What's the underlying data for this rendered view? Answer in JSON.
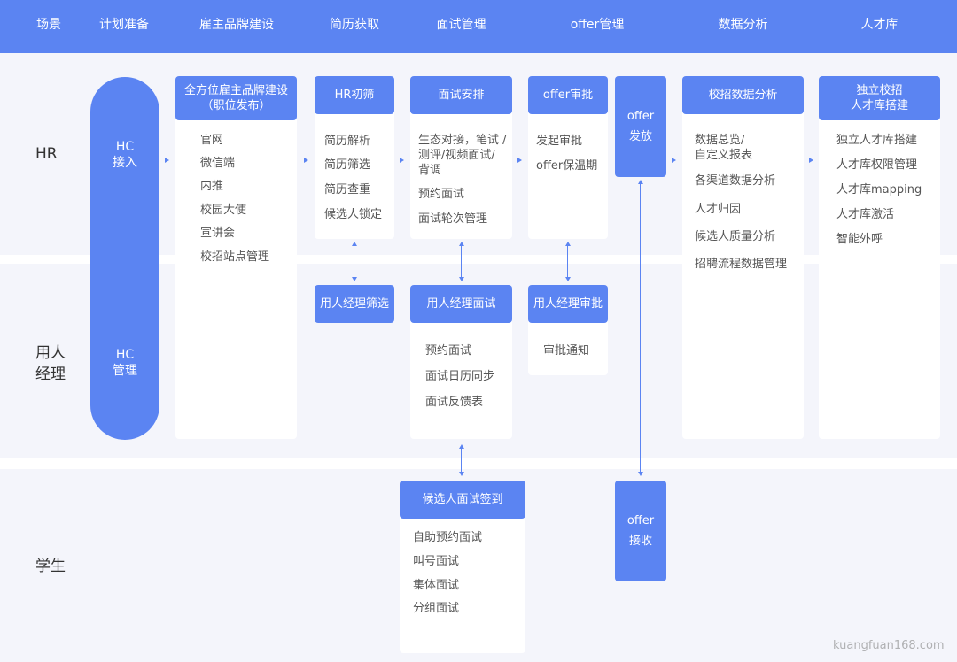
{
  "header": {
    "columns": [
      "场景",
      "计划准备",
      "雇主品牌建设",
      "简历获取",
      "面试管理",
      "offer管理",
      "数据分析",
      "人才库"
    ]
  },
  "rows": {
    "hr": "HR",
    "manager_line1": "用人",
    "manager_line2": "经理",
    "student": "学生"
  },
  "hc": {
    "access_line1": "HC",
    "access_line2": "接入",
    "manage_line1": "HC",
    "manage_line2": "管理"
  },
  "brand": {
    "title_line1": "全方位雇主品牌建设",
    "title_line2": "（职位发布）",
    "items": [
      "官网",
      "微信端",
      "内推",
      "校园大使",
      "宣讲会",
      "校招站点管理"
    ]
  },
  "resume": {
    "title": "HR初筛",
    "items": [
      "简历解析",
      "简历筛选",
      "简历查重",
      "候选人锁定"
    ],
    "manager_title": "用人经理筛选"
  },
  "interview": {
    "title": "面试安排",
    "item1_line1": "生态对接，笔试 /",
    "item1_line2": "测评/视频面试/",
    "item1_line3": "背调",
    "item2": "预约面试",
    "item3": "面试轮次管理",
    "manager_title": "用人经理面试",
    "manager_items": [
      "预约面试",
      "面试日历同步",
      "面试反馈表"
    ],
    "student_title": "候选人面试签到",
    "student_items": [
      "自助预约面试",
      "叫号面试",
      "集体面试",
      "分组面试"
    ]
  },
  "offer": {
    "approve_title": "offer审批",
    "approve_items": [
      "发起审批",
      "offer保温期"
    ],
    "manager_title": "用人经理审批",
    "manager_items": [
      "审批通知"
    ],
    "send_line1": "offer",
    "send_line2": "发放",
    "receive_line1": "offer",
    "receive_line2": "接收"
  },
  "analytics": {
    "title": "校招数据分析",
    "item1_line1": "数据总览/",
    "item1_line2": "自定义报表",
    "items": [
      "各渠道数据分析",
      "人才归因",
      "候选人质量分析",
      "招聘流程数据管理"
    ]
  },
  "talent": {
    "title_line1": "独立校招",
    "title_line2": "人才库搭建",
    "items": [
      "独立人才库搭建",
      "人才库权限管理",
      "人才库mapping",
      "人才库激活",
      "智能外呼"
    ]
  },
  "watermark": "kuangfuan168.com",
  "colors": {
    "accent": "#5b84f2",
    "band": "#f4f5fb"
  }
}
